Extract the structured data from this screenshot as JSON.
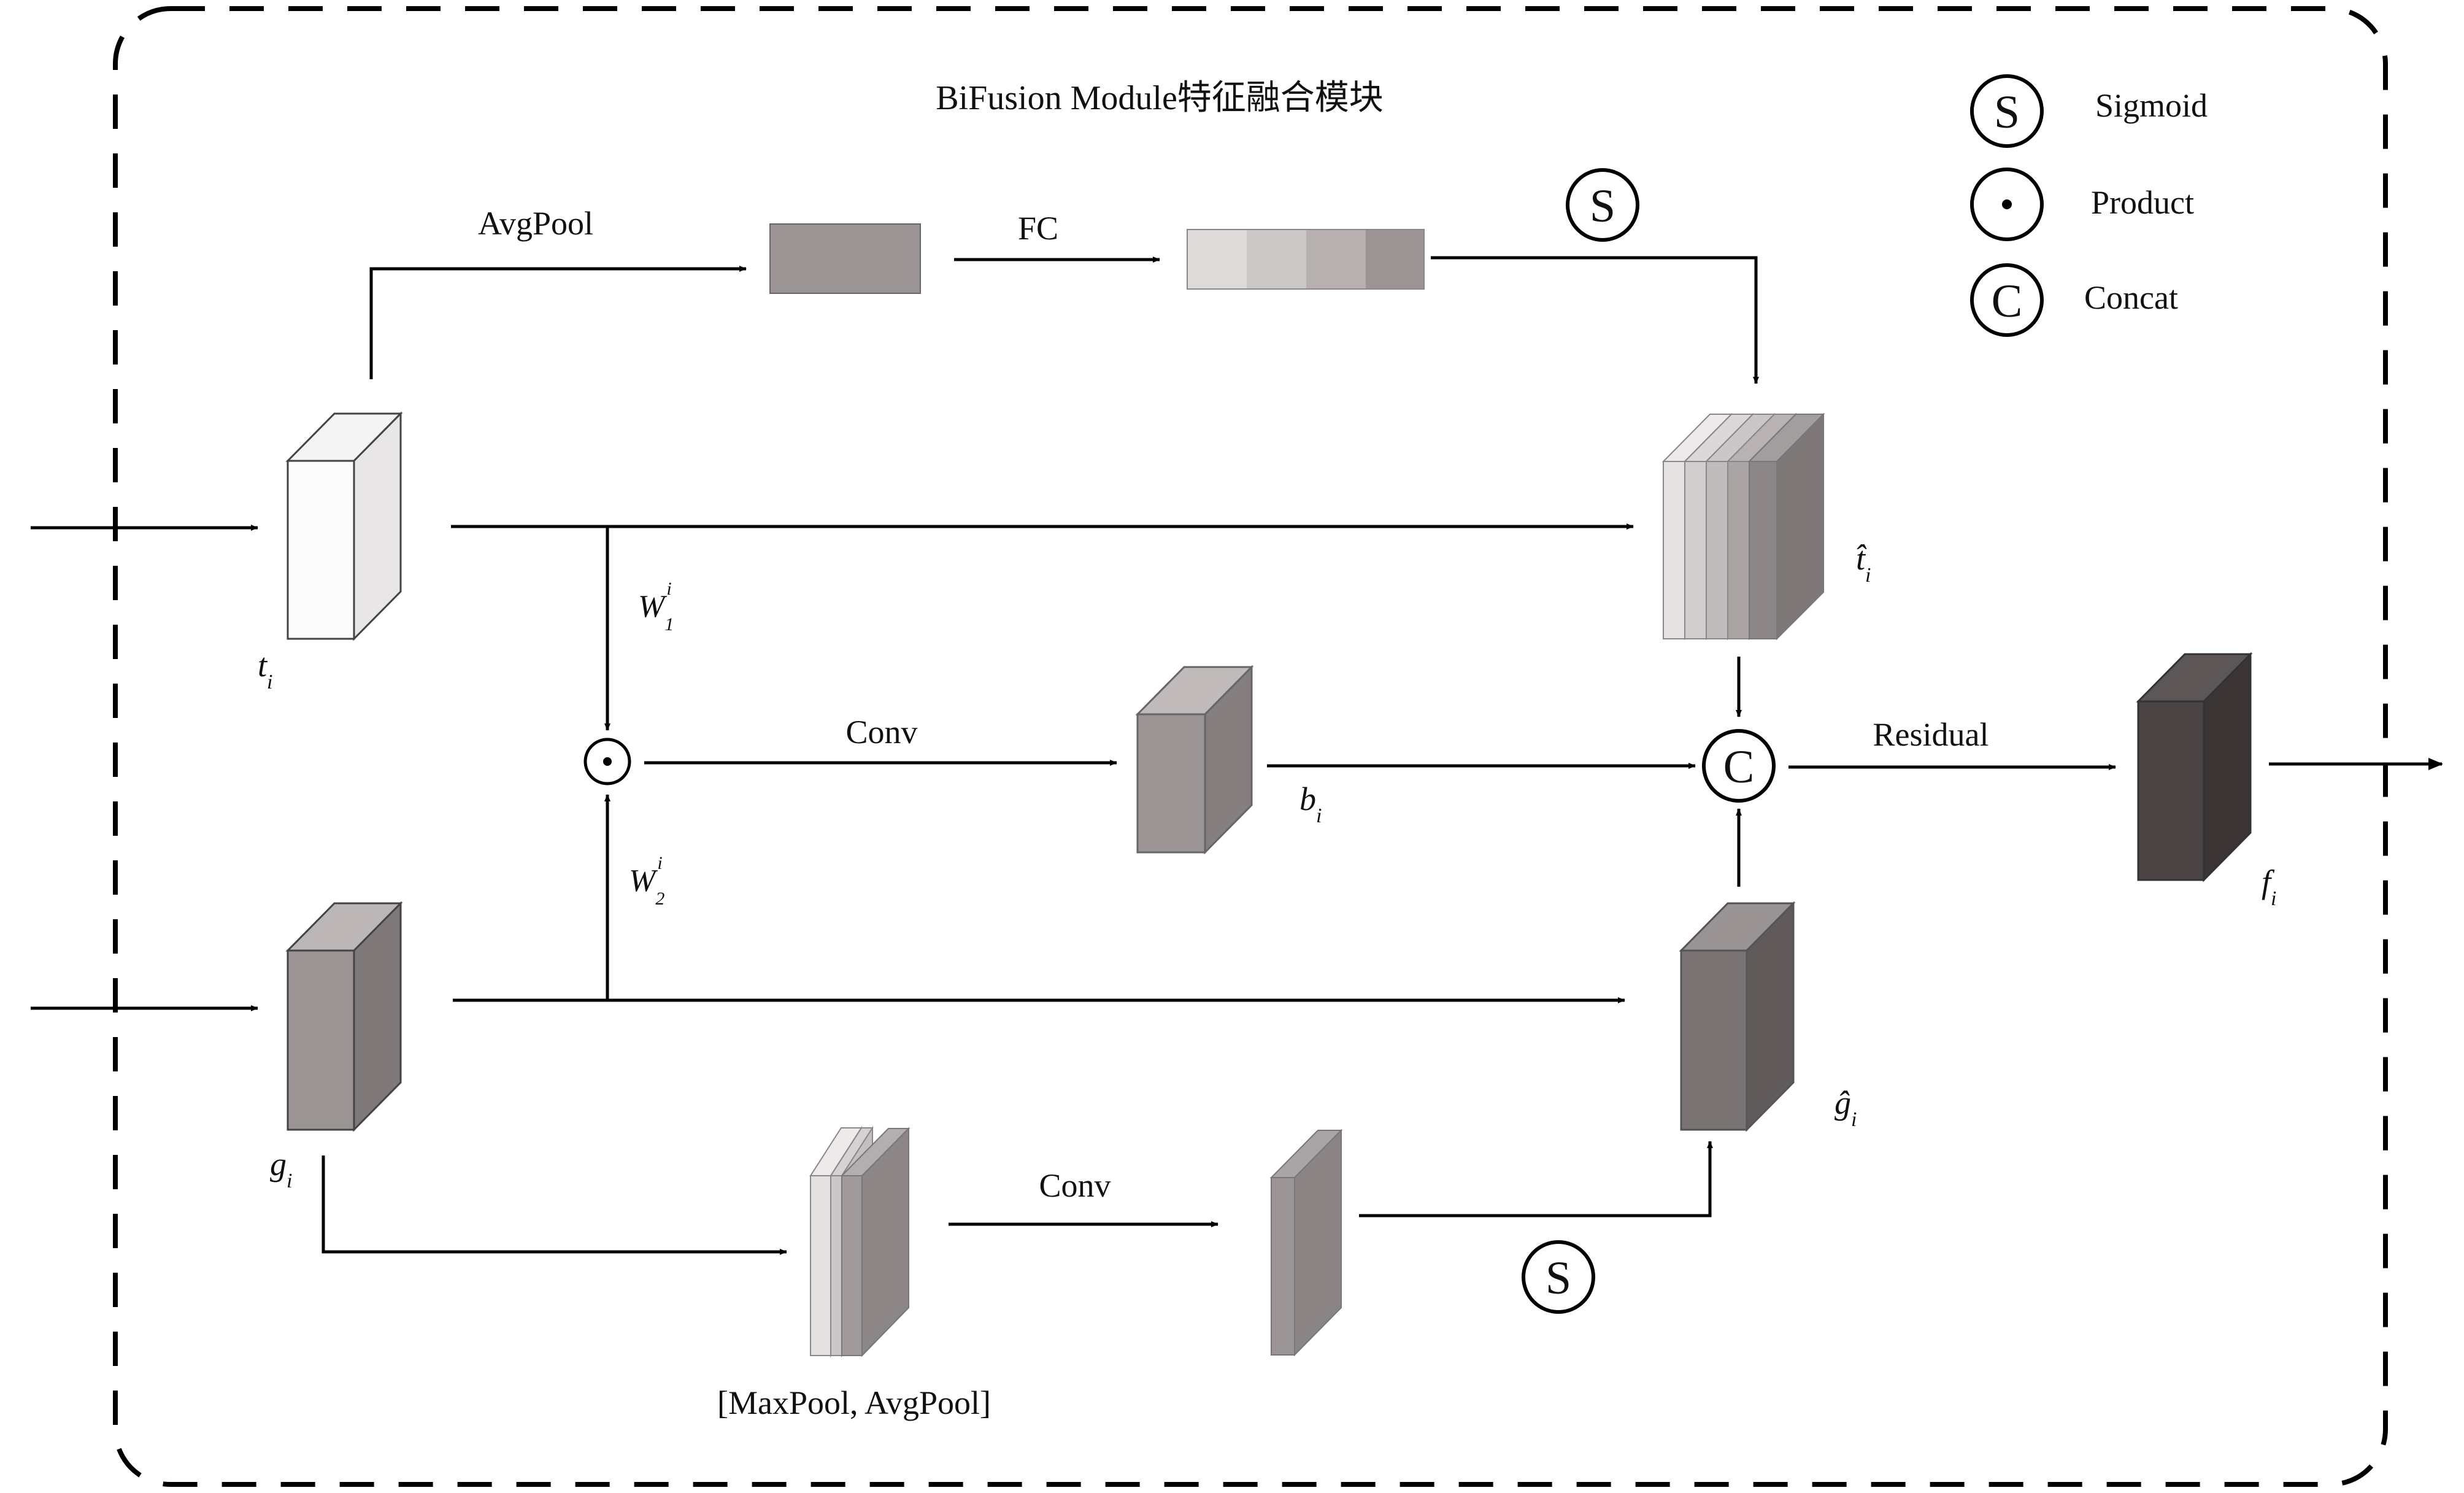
{
  "title": "BiFusion Module特征融合模块",
  "legend": [
    {
      "symbol": "S",
      "label": "Sigmoid"
    },
    {
      "symbol": "·",
      "label": "Product"
    },
    {
      "symbol": "C",
      "label": "Concat"
    }
  ],
  "ops": {
    "sigmoid": "S",
    "product": "·",
    "concat": "C"
  },
  "labels": {
    "avgpool": "AvgPool",
    "fc": "FC",
    "conv_mid": "Conv",
    "conv_bottom": "Conv",
    "residual": "Residual",
    "pool_pair": "[MaxPool, AvgPool]"
  },
  "vars": {
    "t": {
      "base": "t",
      "sub": "i"
    },
    "t_hat": {
      "base": "t̂",
      "sub": "i"
    },
    "g": {
      "base": "g",
      "sub": "i"
    },
    "g_hat": {
      "base": "ĝ",
      "sub": "i"
    },
    "b": {
      "base": "b",
      "sub": "i"
    },
    "f": {
      "base": "f",
      "sub": "i"
    },
    "w1": {
      "base": "W",
      "sub": "1",
      "sup": "i"
    },
    "w2": {
      "base": "W",
      "sub": "2",
      "sup": "i"
    }
  },
  "colors": {
    "white": "#fcfcfc",
    "light": "#dcd8d8",
    "lightmid": "#c8c4c4",
    "mid": "#b4aeae",
    "midgray": "#9b9494",
    "gray": "#8c8686",
    "darkgray": "#7a7373",
    "dark": "#4a4444",
    "darker": "#3a3434"
  }
}
